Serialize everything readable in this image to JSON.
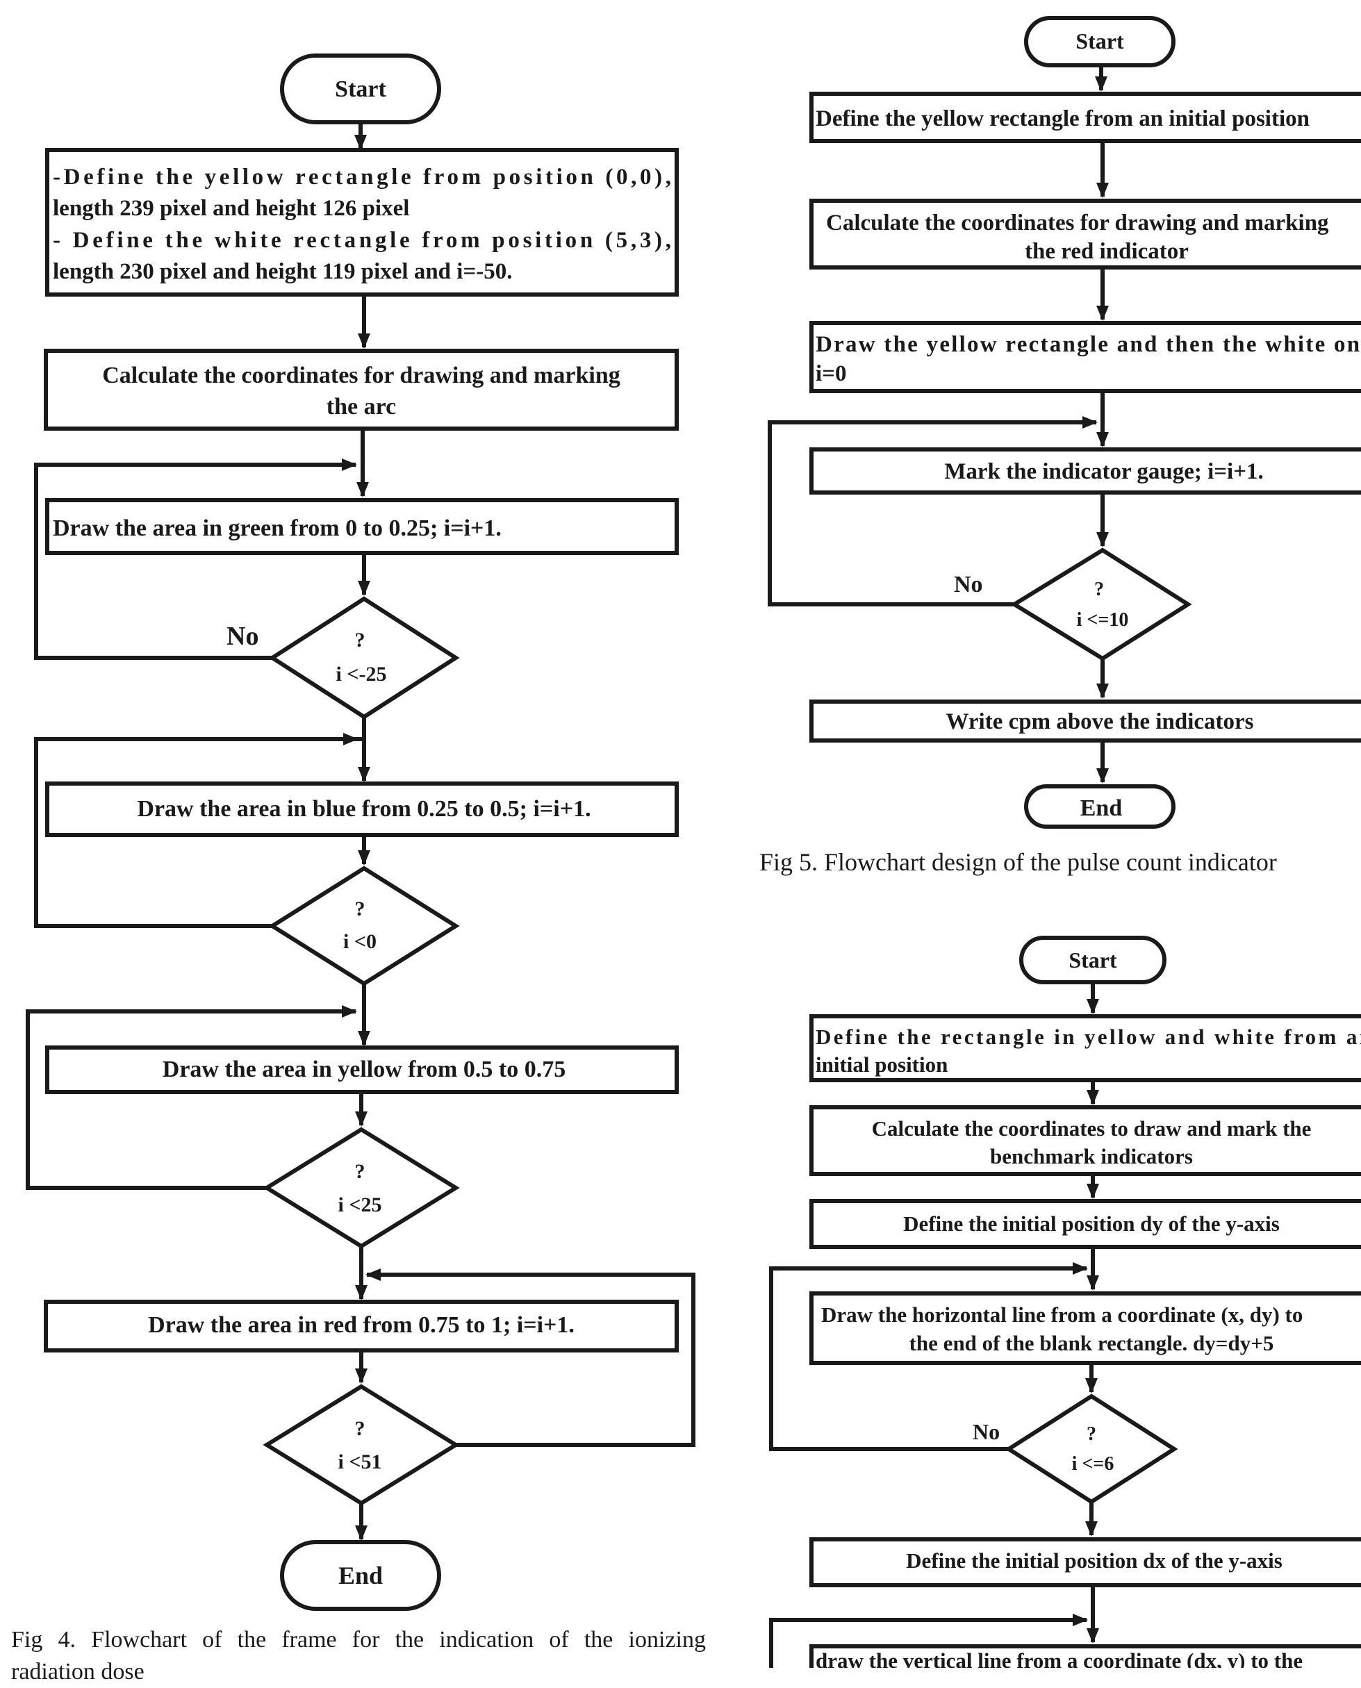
{
  "fig4": {
    "start": "Start",
    "step1_line1": "-Define the yellow rectangle from position (0,0),",
    "step1_line2": "length 239 pixel and height 126 pixel",
    "step1_line3": "- Define the white rectangle from position (5,3),",
    "step1_line4": "length 230 pixel and height 119 pixel and i=-50.",
    "step2_line1": "Calculate the coordinates for drawing and marking",
    "step2_line2": "the arc",
    "green": "Draw the area in green from 0 to 0.25; i=i+1.",
    "dec1_q": "?",
    "dec1_cond": "i <-25",
    "no_label": "No",
    "blue": "Draw the area in blue from 0.25 to 0.5; i=i+1.",
    "dec2_q": "?",
    "dec2_cond": "i <0",
    "yellow": "Draw the area in yellow from 0.5 to 0.75",
    "dec3_q": "?",
    "dec3_cond": "i <25",
    "red": "Draw the area in red from 0.75 to 1; i=i+1.",
    "dec4_q": "?",
    "dec4_cond": "i <51",
    "end": "End",
    "caption_line1": "Fig 4. Flowchart of the frame for the indication of the ionizing",
    "caption_line2": "radiation dose"
  },
  "fig5": {
    "start": "Start",
    "step1": "Define the yellow rectangle from an initial position",
    "step2_line1": "Calculate the coordinates for drawing and marking",
    "step2_line2": "the red indicator",
    "step3_line1": "Draw the yellow rectangle and then the white one",
    "step3_line2": "i=0",
    "step4": "Mark the indicator gauge; i=i+1.",
    "no_label": "No",
    "dec_q": "?",
    "dec_cond": "i <=10",
    "step5": "Write cpm above the indicators",
    "end": "End",
    "caption": "Fig 5. Flowchart design of the pulse count indicator"
  },
  "fig6": {
    "start": "Start",
    "step1_line1": "Define the rectangle in yellow and white from an",
    "step1_line2": "initial position",
    "step2_line1": "Calculate the coordinates to draw and mark the",
    "step2_line2": "benchmark indicators",
    "step3": "Define the initial position dy of the y-axis",
    "step4_line1": "Draw the horizontal line from a coordinate (x, dy) to",
    "step4_line2": "the end of the blank rectangle. dy=dy+5",
    "no_label": "No",
    "dec_q": "?",
    "dec_cond": "i <=6",
    "step5": "Define the initial position dx of the y-axis",
    "step6": "draw the vertical line from a coordinate (dx, y) to the"
  }
}
